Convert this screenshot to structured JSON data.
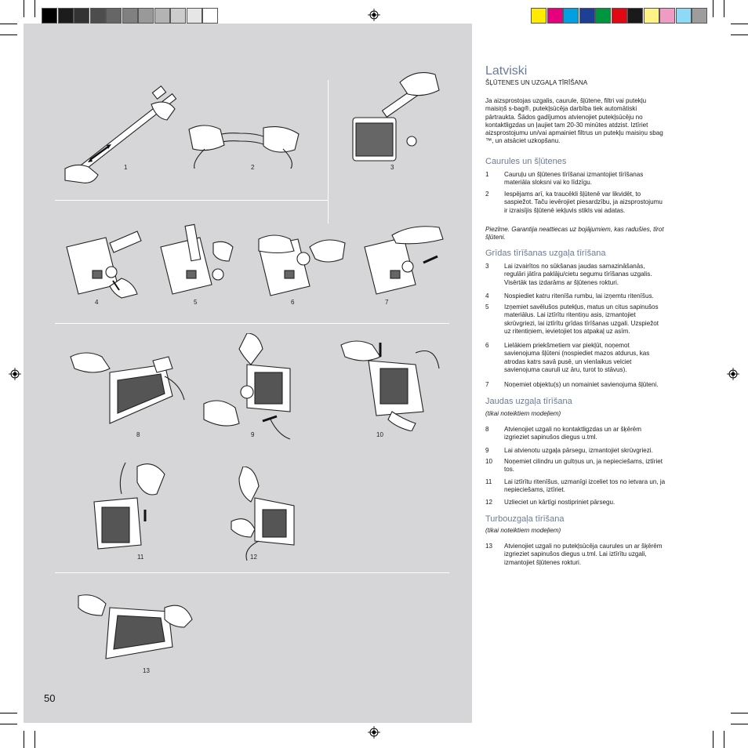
{
  "grayscale_swatches": [
    "#000000",
    "#1c1c1c",
    "#333333",
    "#4d4d4d",
    "#666666",
    "#808080",
    "#999999",
    "#b3b3b3",
    "#cccccc",
    "#e6e6e6",
    "#ffffff"
  ],
  "color_swatches": [
    "#ffea00",
    "#e6007e",
    "#00a0e3",
    "#1d3f95",
    "#009640",
    "#e30613",
    "#1a1a1a",
    "#fff385",
    "#f09bc4",
    "#8ed8f8",
    "#9d9d9c"
  ],
  "page_number": "50",
  "figures": [
    "1",
    "2",
    "3",
    "4",
    "5",
    "6",
    "7",
    "8",
    "9",
    "10",
    "11",
    "12",
    "13"
  ],
  "title": "Latviski",
  "subtitle": "ŠĻŪTENES UN UZGAĻA TĪRĪŠANA",
  "intro": "Ja aizsprostojas uzgalis, caurule, šļūtene, filtri vai putekļu maisiņš s-bag®, putekļsūcēja darbība tiek automātiski pārtraukta. Šādos gadījumos atvienojiet putekļsūcēju no kontaktligzdas un ļaujiet tam 20-30 minūtes atdzist. Iztīriet aizsprostojumu un/vai apmainiet filtrus un putekļu maisiņu sbag ™, un atsāciet uzkopšanu.",
  "sections": {
    "hose": {
      "heading": "Caurules un šļūtenes",
      "items": [
        {
          "n": "1",
          "text": "Cauruļu un šļūtenes tīrīšanai izmantojiet tīrīšanas materiāla sloksni vai ko līdzīgu."
        },
        {
          "n": "2",
          "text": "Iespējams arī, ka traucēkli šļūtenē var likvidēt, to saspiežot. Taču ievērojiet piesardzību, ja aizsprostojumu ir izraisījis šļūtenē iekļuvis stikls vai adatas."
        }
      ],
      "note": "Piezīme. Garantija neattiecas uz bojājumiem, kas radušies, tīrot šļūteni."
    },
    "floor": {
      "heading": "Grīdas tīrīšanas uzgaļa tīrīšana",
      "items": [
        {
          "n": "3",
          "text": "Lai izvairītos no sūkšanas jaudas samazināšanās, regulāri jātīra paklāju/cietu segumu tīrīšanas uzgalis. Visērtāk tas izdarāms ar šļūtenes rokturi."
        },
        {
          "n": "4",
          "text": "Nospiediet katru ritenīša rumbu, lai izņemtu ritenīšus."
        },
        {
          "n": "5",
          "text": "Izņemiet savēlušos putekļus, matus un citus sapinušos materiālus. Lai iztīrītu ritentiņu asis, izmantojiet skrūvgriezi, lai iztīrītu grīdas tīrīšanas uzgali. Uzspiežot uz ritentiņiem, ievietojiet tos atpakaļ uz asīm."
        },
        {
          "n": "6",
          "text": "Lielākiem priekšmetiem var piekļūt, noņemot savienojuma šļūteni (nospiediet mazos atdurus, kas atrodas katrs savā pusē, un vienlaikus velciet savienojuma cauruli uz āru, turot to stāvus)."
        },
        {
          "n": "7",
          "text": "Noņemiet objektu(s) un nomainiet savienojuma šļūteni."
        }
      ]
    },
    "parquet": {
      "heading": "Jaudas uzgaļa tīrīšana",
      "sub": "(tikai noteiktiem modeļiem)",
      "items": [
        {
          "n": "8",
          "text": "Atvienojiet uzgali no kontaktligzdas un ar šķērēm izgrieziet sapinušos diegus u.tml."
        },
        {
          "n": "9",
          "text": "Lai atvienotu uzgaļa pārsegu, izmantojiet skrūvgriezi."
        },
        {
          "n": "10",
          "text": "Noņemiet cilindru un gultņus un, ja nepieciešams, iztīriet tos."
        },
        {
          "n": "11",
          "text": "Lai iztīrītu ritenīšus, uzmanīgi izceliet tos no ietvara un, ja nepieciešams, iztīriet."
        },
        {
          "n": "12",
          "text": "Uzlieciet un kārtīgi nostipriniet pārsegu."
        }
      ]
    },
    "turbo": {
      "heading": "Turbouzgaļa tīrīšana",
      "sub": "(tikai noteiktiem modeļiem)",
      "items": [
        {
          "n": "13",
          "text": "Atvienojiet uzgali no putekļsūcēja caurules un ar šķērēm izgrieziet sapinušos diegus u.tml. Lai iztīrītu uzgali, izmantojiet šļūtenes rokturi."
        }
      ]
    }
  }
}
